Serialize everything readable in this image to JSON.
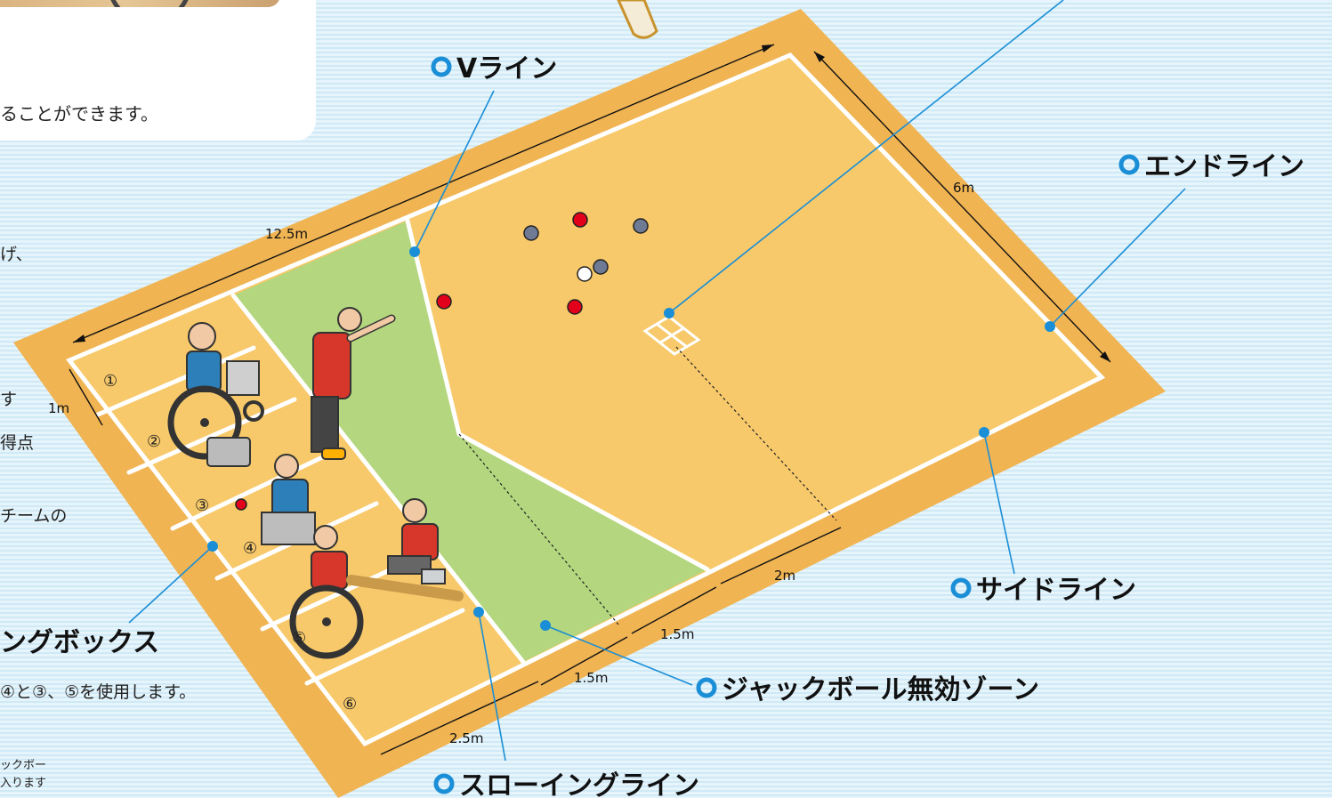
{
  "panel": {
    "caption": "ることができます。"
  },
  "left_text": {
    "l1": "げ、",
    "l2": "す",
    "l3": "得点",
    "l4": "チームの",
    "heading": "ングボックス",
    "boxes_note_a": "④と③、⑤を使用します。",
    "small1": "ックボー",
    "small2": "入ります"
  },
  "labels": {
    "v_line": "Vライン",
    "end_line": "エンドライン",
    "side_line": "サイドライン",
    "jack_zone": "ジャックボール無効ゾーン",
    "throwing_line": "スローイングライン"
  },
  "dimensions": {
    "length": "12.5m",
    "width": "6m",
    "box_width": "1m",
    "d_2m": "2m",
    "d_1_5a": "1.5m",
    "d_1_5b": "1.5m",
    "d_2_5": "2.5m"
  },
  "boxes": [
    "①",
    "②",
    "③",
    "④",
    "⑤",
    "⑥"
  ],
  "colors": {
    "court": "#f7c96a",
    "border": "#f0b453",
    "zone": "#b3d67e",
    "line": "#ffffff",
    "callout": "#1a8ed6",
    "red_ball": "#e2001a",
    "blue_ball": "#6f7a95",
    "white_ball": "#ffffff"
  }
}
